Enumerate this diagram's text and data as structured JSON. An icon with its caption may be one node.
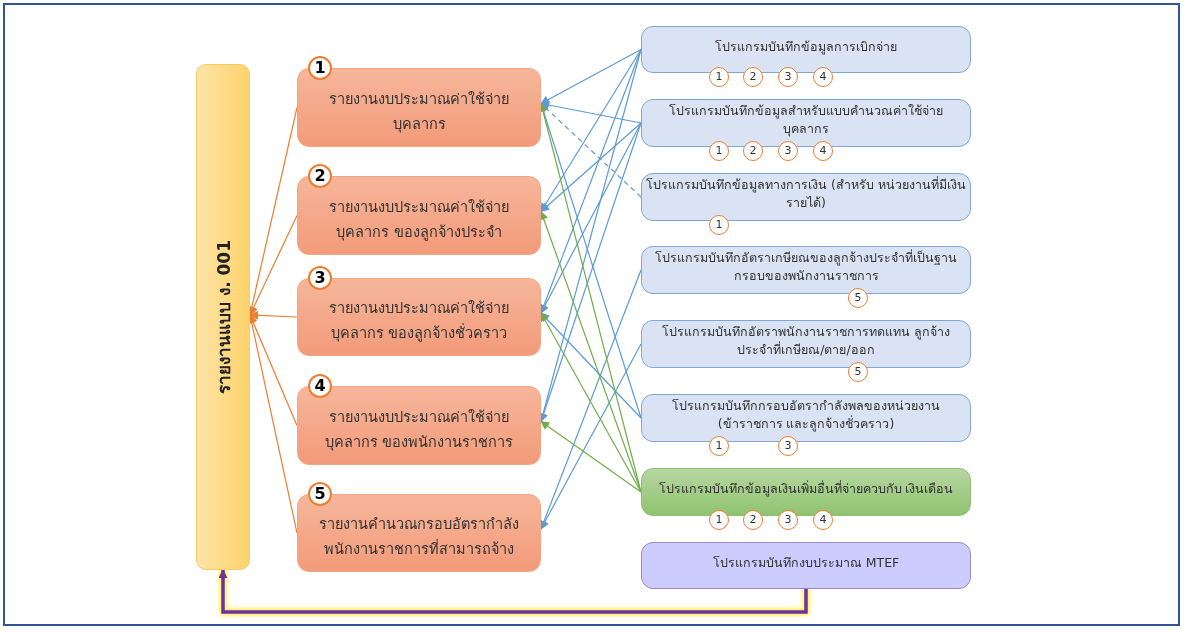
{
  "diagram": {
    "nodes": [
      {
        "text": [
          "รายงานแบบ ง. 001"
        ]
      },
      {
        "text": [
          "1",
          "รายงานงบประมาณค่าใช้จ่าย บุคลากร"
        ]
      },
      {
        "text": [
          "2",
          "รายงานงบประมาณค่าใช้จ่าย บุคลากร ของลูกจ้างประจำ"
        ]
      },
      {
        "text": [
          "3",
          "รายงานงบประมาณค่าใช้จ่าย บุคลากร ของลูกจ้างชั่วคราว"
        ]
      },
      {
        "text": [
          "4",
          "รายงานงบประมาณค่าใช้จ่าย บุคลากร ของพนักงานราชการ"
        ]
      },
      {
        "text": [
          "5",
          "รายงานคำนวณกรอบอัตรากำลัง พนักงานราชการที่สามารถจ้าง"
        ]
      },
      {
        "text": [
          "โปรแกรมบันทึกข้อมูลการเบิกจ่าย"
        ],
        "beside": [
          "1",
          "2",
          "3",
          "4"
        ]
      },
      {
        "text": [
          "โปรแกรมบันทึกข้อมูลสำหรับแบบคำนวณค่าใช้จ่าย บุคลากร"
        ],
        "beside": [
          "1",
          "2",
          "3",
          "4"
        ]
      },
      {
        "text": [
          "โปรแกรมบันทึกข้อมูลทางการเงิน (สำหรับ หน่วยงานที่มีเงินรายได้)"
        ],
        "beside": [
          "1"
        ]
      },
      {
        "text": [
          "โปรแกรมบันทึกอัตราเกษียณของลูกจ้างประจำที่เป็นฐาน กรอบของพนักงานราชการ"
        ],
        "beside": [
          "5"
        ]
      },
      {
        "text": [
          "โปรแกรมบันทึกอัตราพนักงานราชการทดแทน ลูกจ้างประจำที่เกษียณ/ตาย/ออก"
        ],
        "beside": [
          "5"
        ]
      },
      {
        "text": [
          "โปรแกรมบันทึกกรอบอัตรากำลังพลของหน่วยงาน (ข้าราชการ และลูกจ้างชั่วคราว)"
        ],
        "beside": [
          "1",
          "3"
        ]
      },
      {
        "text": [
          "โปรแกรมบันทึกข้อมูลเงินเพิ่มอื่นที่จ่ายควบกับ เงินเดือน"
        ],
        "beside": [
          "1",
          "2",
          "3",
          "4"
        ]
      },
      {
        "text": [
          "โปรแกรมบันทึกงบประมาณ MTEF"
        ]
      }
    ],
    "edges": [
      {
        "from": 1,
        "to": 0,
        "arrow": "to",
        "color": "#ed7d31"
      },
      {
        "from": 2,
        "to": 0,
        "arrow": "to",
        "color": "#ed7d31"
      },
      {
        "from": 3,
        "to": 0,
        "arrow": "to",
        "color": "#ed7d31"
      },
      {
        "from": 4,
        "to": 0,
        "arrow": "to",
        "color": "#ed7d31"
      },
      {
        "from": 5,
        "to": 0,
        "arrow": "to",
        "color": "#ed7d31"
      },
      {
        "from": 6,
        "to": 1,
        "arrow": "to"
      },
      {
        "from": 6,
        "to": 2,
        "arrow": "to"
      },
      {
        "from": 6,
        "to": 3,
        "arrow": "to"
      },
      {
        "from": 6,
        "to": 4,
        "arrow": "to"
      },
      {
        "from": 7,
        "to": 1,
        "arrow": "to"
      },
      {
        "from": 7,
        "to": 2,
        "arrow": "to"
      },
      {
        "from": 7,
        "to": 3,
        "arrow": "to"
      },
      {
        "from": 7,
        "to": 4,
        "arrow": "to"
      },
      {
        "from": 8,
        "to": 1,
        "arrow": "to",
        "style": "dashed"
      },
      {
        "from": 9,
        "to": 5,
        "arrow": "to"
      },
      {
        "from": 10,
        "to": 5,
        "arrow": "to"
      },
      {
        "from": 11,
        "to": 1,
        "arrow": "to"
      },
      {
        "from": 11,
        "to": 3,
        "arrow": "to"
      },
      {
        "from": 12,
        "to": 1,
        "arrow": "to",
        "color": "#70ad47"
      },
      {
        "from": 12,
        "to": 2,
        "arrow": "to",
        "color": "#70ad47"
      },
      {
        "from": 12,
        "to": 3,
        "arrow": "to",
        "color": "#70ad47"
      },
      {
        "from": 12,
        "to": 4,
        "arrow": "to",
        "color": "#70ad47"
      },
      {
        "from": 13,
        "to": 0,
        "arrow": "to",
        "style": "thick",
        "color": "#7030a0"
      }
    ]
  }
}
